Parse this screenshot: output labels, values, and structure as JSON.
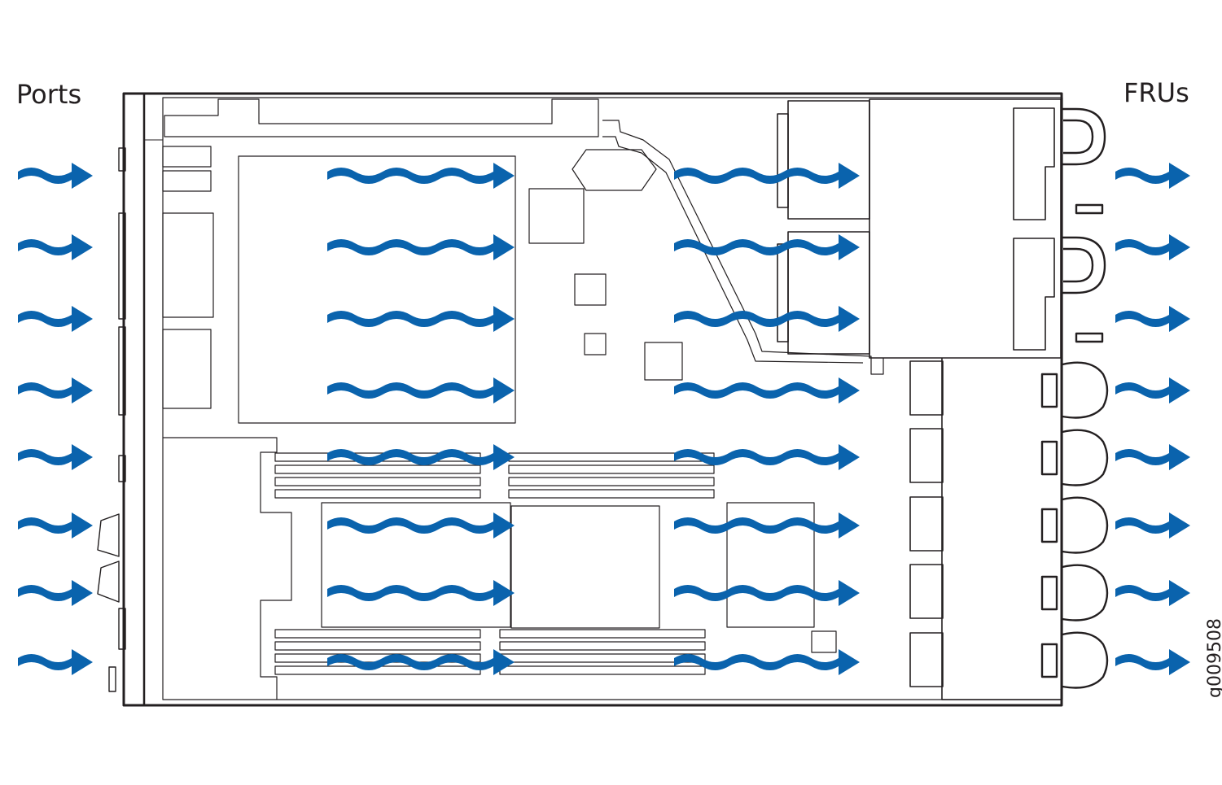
{
  "labels": {
    "left": "Ports",
    "right": "FRUs",
    "figure_id": "g009508"
  },
  "colors": {
    "airflow": "#0a63ad",
    "line": "#231f20"
  },
  "airflow": {
    "direction": "left-to-right",
    "rows": 8
  }
}
